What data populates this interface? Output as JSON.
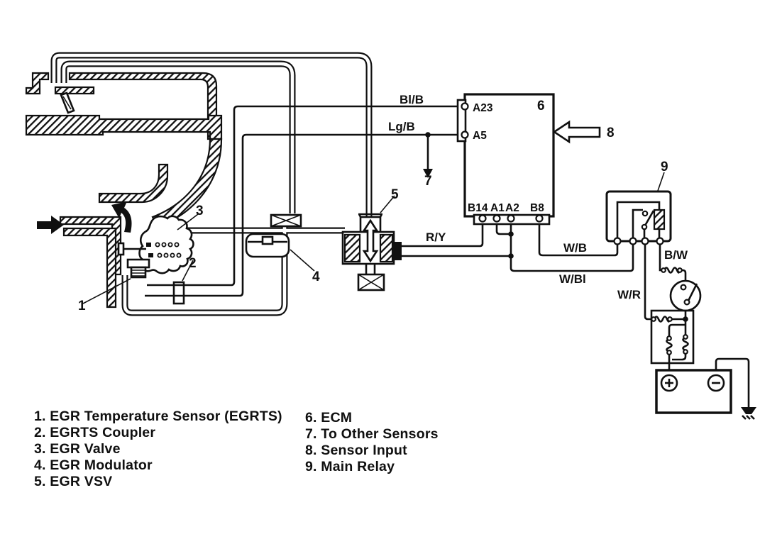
{
  "diagram": {
    "ecm": {
      "number": "6",
      "pin_a23": "A23",
      "pin_a5": "A5",
      "pin_b14": "B14",
      "pin_a1": "A1",
      "pin_a2": "A2",
      "pin_b8": "B8"
    },
    "wires": {
      "bl_b": "Bl/B",
      "lg_b": "Lg/B",
      "r_y": "R/Y",
      "w_b": "W/B",
      "w_bl": "W/Bl",
      "w_r": "W/R",
      "b_w": "B/W"
    },
    "callouts": {
      "n1": "1",
      "n2": "2",
      "n3": "3",
      "n4": "4",
      "n5": "5",
      "n7": "7",
      "n8": "8",
      "n9": "9"
    },
    "legend": {
      "left": [
        "1. EGR Temperature Sensor (EGRTS)",
        "2. EGRTS Coupler",
        "3. EGR Valve",
        "4. EGR Modulator",
        "5. EGR VSV"
      ],
      "right": [
        "6. ECM",
        "7. To Other Sensors",
        "8. Sensor Input",
        "9. Main Relay"
      ]
    },
    "colors": {
      "ink": "#101010",
      "paper": "#ffffff"
    }
  }
}
